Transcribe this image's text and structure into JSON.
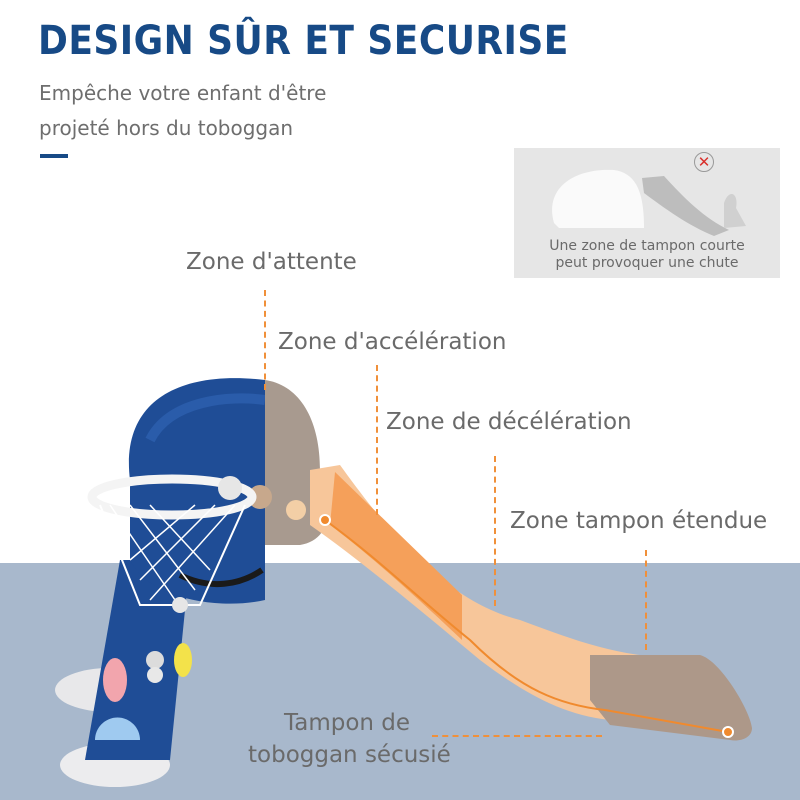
{
  "header": {
    "title": "DESIGN SÛR ET SECURISE",
    "subtitle_line1": "Empêche votre enfant d'être",
    "subtitle_line2": "projeté hors du toboggan"
  },
  "warning_box": {
    "icon": "red-x-circle-icon",
    "caption_line1": "Une zone de tampon courte",
    "caption_line2": "peut provoquer une chute"
  },
  "zones": [
    {
      "label": "Zone d'attente"
    },
    {
      "label": "Zone d'accélération"
    },
    {
      "label": "Zone de décélération"
    },
    {
      "label": "Zone tampon étendue"
    }
  ],
  "bottom_label": {
    "line1": "Tampon de",
    "line2": "toboggan sécusié"
  },
  "colors": {
    "title": "#174a86",
    "accent_dash": "#f0903a",
    "floor": "#a8b8cc",
    "slide_blue": "#1f4d96",
    "slide_orange": "#f5a05a"
  }
}
